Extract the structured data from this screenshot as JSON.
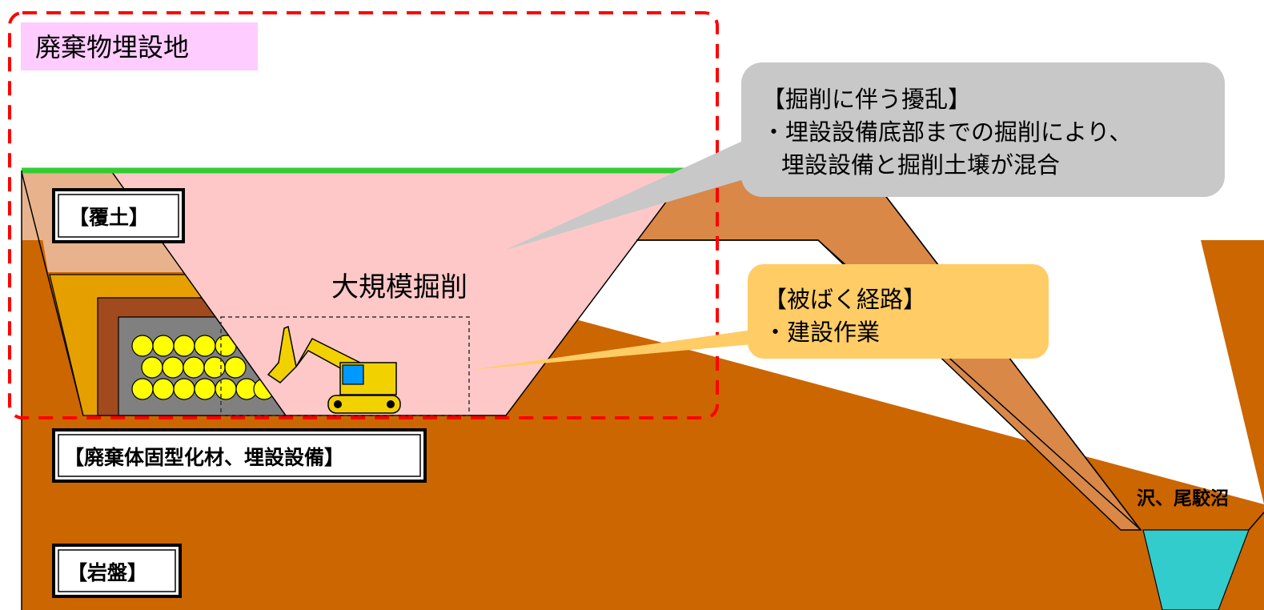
{
  "title": "廃棄物埋設地",
  "excavation_label": "大規模掘削",
  "layers": {
    "cover_soil": "【覆土】",
    "waste_facility": "【廃棄体固型化材、埋設設備】",
    "bedrock": "【岩盤】"
  },
  "river_label": "沢、尾駮沼",
  "callouts": {
    "disturbance": {
      "line1": "【掘削に伴う擾乱】",
      "line2": "・埋設設備底部までの掘削により、",
      "line3": "埋設設備と掘削土壌が混合"
    },
    "exposure": {
      "line1": "【被ばく経路】",
      "line2": "・建設作業"
    }
  },
  "colors": {
    "bedrock": "#CC6600",
    "slope_soil": "#D98848",
    "cover_soil": "#E8B38C",
    "fill_material": "#E5A000",
    "facility_wall": "#A04A1E",
    "waste_pit": "#808080",
    "drums": "#FFFF00",
    "excavation": "#FFC8C8",
    "ground_line": "#33CC33",
    "boundary": "#FF0000",
    "callout_gray": "#C8C8C8",
    "callout_orange": "#FFCC66",
    "title_bg": "#FFCCFF",
    "water": "#33CCCC"
  },
  "icons": {
    "excavator": "excavator-icon"
  }
}
